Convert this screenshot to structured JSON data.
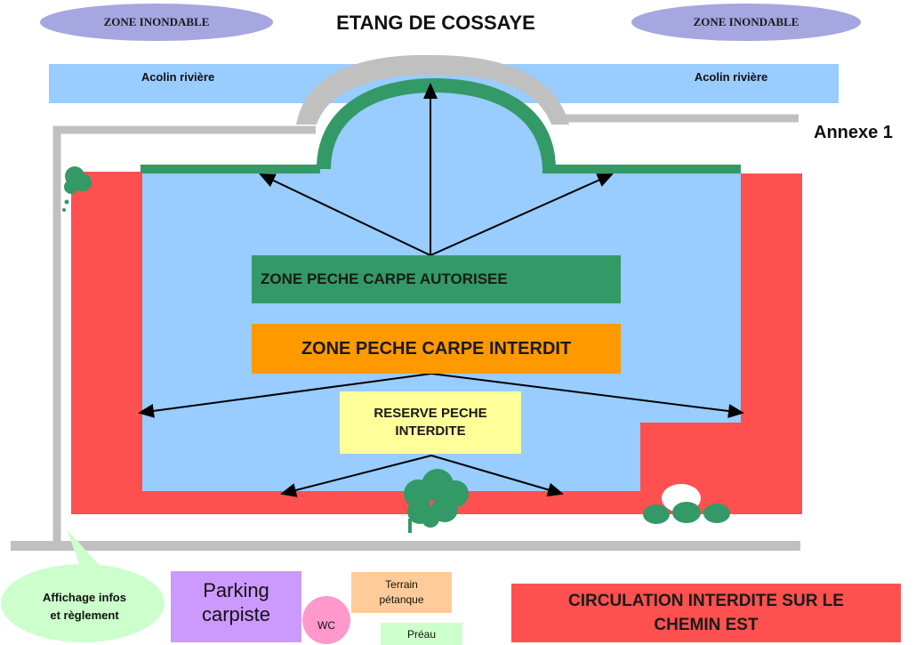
{
  "title": "ETANG DE COSSAYE",
  "annex": "Annexe 1",
  "flood_zone_left": "ZONE INONDABLE",
  "flood_zone_right": "ZONE INONDABLE",
  "river_left": "Acolin rivière",
  "river_right": "Acolin rivière",
  "zones": {
    "authorized": "ZONE PECHE CARPE AUTORISEE",
    "forbidden": "ZONE PECHE CARPE INTERDIT",
    "reserve_line1": "RESERVE PECHE",
    "reserve_line2": "INTERDITE"
  },
  "facilities": {
    "notice_line1": "Affichage infos",
    "notice_line2": "et règlement",
    "parking_line1": "Parking",
    "parking_line2": "carpiste",
    "wc": "WC",
    "petanque_line1": "Terrain",
    "petanque_line2": "pétanque",
    "shelter": "Préau"
  },
  "warning_line1": "CIRCULATION INTERDITE SUR LE",
  "warning_line2": "CHEMIN EST",
  "colors": {
    "water": "#99ccff",
    "bank_red": "#ff5050",
    "green": "#339966",
    "orange": "#ff9900",
    "yellow": "#ffff99",
    "path_grey": "#c0c0c0",
    "flood_ellipse": "#a6a6e0",
    "parking": "#cc99ff",
    "wc": "#ff99cc",
    "petanque": "#ffcc99",
    "shelter": "#ccffcc",
    "notice_bubble": "#ccffcc"
  }
}
